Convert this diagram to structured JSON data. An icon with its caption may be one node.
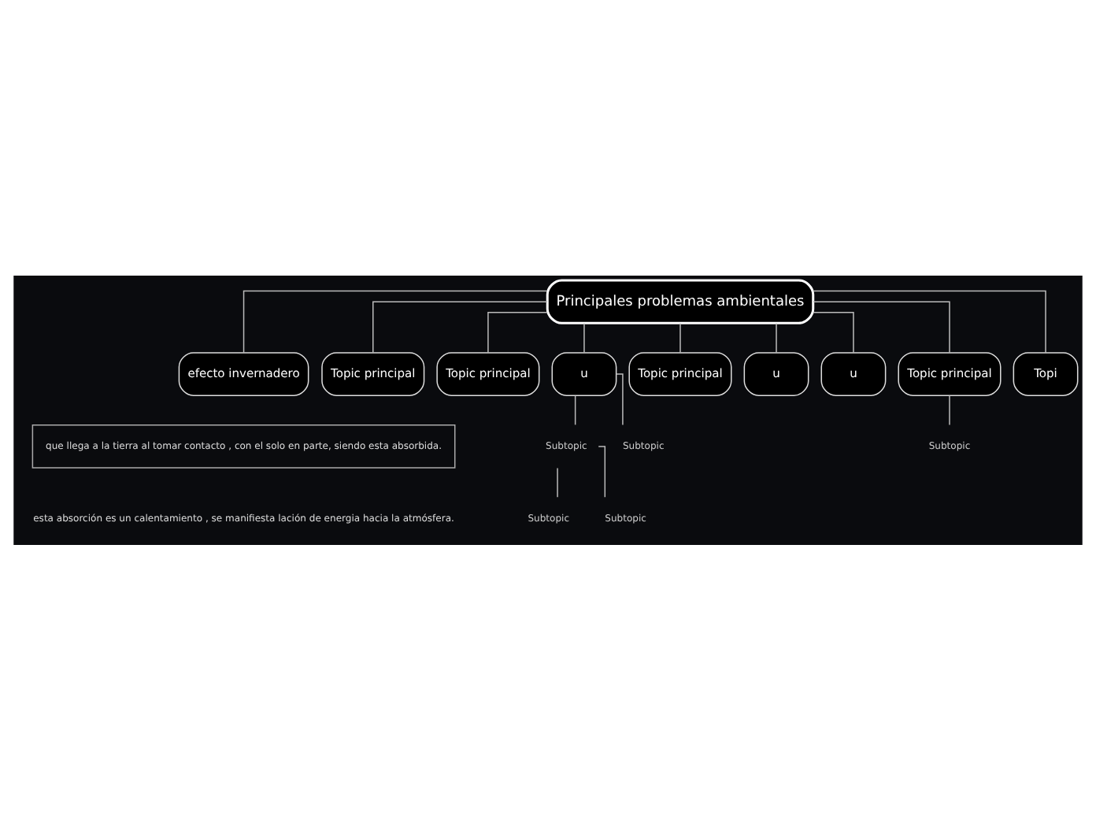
{
  "diagram": {
    "nodes": [
      {
        "text": [
          "Principales problemas ambientales"
        ]
      },
      {
        "text": [
          "efecto invernadero"
        ]
      },
      {
        "text": [
          "que llega a la tierra al tomar contacto , con el solo en parte, siendo esta absorbida."
        ]
      },
      {
        "text": [
          "Topic principal"
        ]
      },
      {
        "text": [
          "Topic principal"
        ]
      },
      {
        "text": [
          "u"
        ]
      },
      {
        "text": [
          "Subtopic"
        ]
      },
      {
        "text": [
          "Subtopic"
        ]
      },
      {
        "text": [
          "Subtopic"
        ]
      },
      {
        "text": [
          "Subtopic"
        ]
      },
      {
        "text": [
          "Topic principal"
        ]
      },
      {
        "text": [
          "u"
        ]
      },
      {
        "text": [
          "u"
        ]
      },
      {
        "text": [
          "Topic principal"
        ]
      },
      {
        "text": [
          "Subtopic"
        ]
      },
      {
        "text": [
          "Topi"
        ]
      }
    ],
    "edges": [
      {
        "from": 0,
        "to": 1,
        "arrow": "none"
      },
      {
        "from": 0,
        "to": 3,
        "arrow": "none"
      },
      {
        "from": 0,
        "to": 4,
        "arrow": "none"
      },
      {
        "from": 0,
        "to": 5,
        "arrow": "none"
      },
      {
        "from": 0,
        "to": 10,
        "arrow": "none"
      },
      {
        "from": 0,
        "to": 11,
        "arrow": "none"
      },
      {
        "from": 0,
        "to": 12,
        "arrow": "none"
      },
      {
        "from": 0,
        "to": 13,
        "arrow": "none"
      },
      {
        "from": 0,
        "to": 15,
        "arrow": "none"
      },
      {
        "from": 5,
        "to": 6,
        "arrow": "none"
      },
      {
        "from": 6,
        "to": 7,
        "arrow": "none"
      },
      {
        "from": 6,
        "to": 8,
        "arrow": "none"
      },
      {
        "from": 5,
        "to": 9,
        "arrow": "none"
      },
      {
        "from": 13,
        "to": 14,
        "arrow": "none"
      }
    ],
    "labels": [
      "esta absorción es un calentamiento , se manifiesta lación de energia hacia la atmósfera."
    ]
  }
}
